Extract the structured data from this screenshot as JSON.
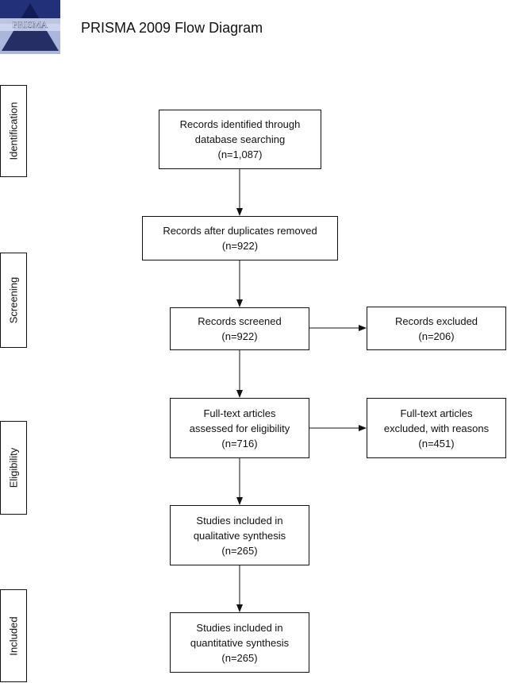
{
  "header": {
    "logo_text": "PRISMA",
    "title": "PRISMA 2009 Flow Diagram"
  },
  "stages": {
    "identification": "Identification",
    "screening": "Screening",
    "eligibility": "Eligibility",
    "included": "Included"
  },
  "boxes": {
    "identified": {
      "line1": "Records identified through",
      "line2": "database searching",
      "count": "(n=1,087)"
    },
    "deduplicated": {
      "line1": "Records after duplicates removed",
      "count": "(n=922)"
    },
    "screened": {
      "line1": "Records screened",
      "count": "(n=922)"
    },
    "excluded": {
      "line1": "Records excluded",
      "count": "(n=206)"
    },
    "fulltext": {
      "line1": "Full-text articles",
      "line2": "assessed for eligibility",
      "count": "(n=716)"
    },
    "fulltext_excluded": {
      "line1": "Full-text articles",
      "line2": "excluded, with reasons",
      "count": "(n=451)"
    },
    "qualitative": {
      "line1": "Studies included in",
      "line2": "qualitative synthesis",
      "count": "(n=265)"
    },
    "quantitative": {
      "line1": "Studies included in",
      "line2": "quantitative synthesis",
      "count": "(n=265)"
    }
  },
  "colors": {
    "logo_top": "#20317a",
    "logo_bottom": "#b9c3e2",
    "stroke": "#111111"
  }
}
